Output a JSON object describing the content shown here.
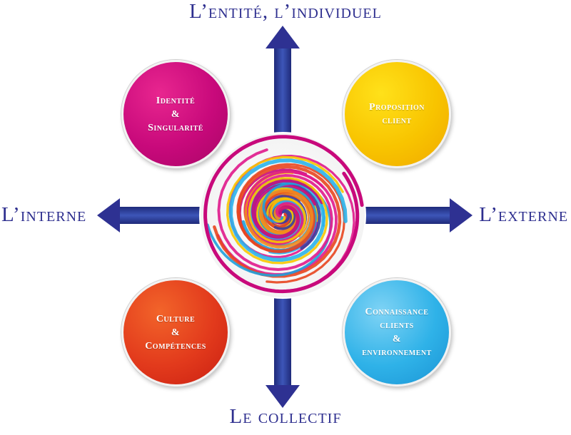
{
  "axes": {
    "top": "L’entité, l’individuel",
    "bottom": "Le collectif",
    "left": "L’interne",
    "right": "L’externe"
  },
  "circles": {
    "identite": "Identité\n&\nSingularité",
    "proposition": "Proposition\nclient",
    "culture": "Culture\n&\nCompétences",
    "connaissance": "Connaissance\nclients\n&\nenvironnement"
  },
  "colors": {
    "axis": "#2e3192",
    "magenta": "#c8097b",
    "yellow": "#f8c400",
    "red": "#e23a1c",
    "blue": "#2fb2e8"
  }
}
